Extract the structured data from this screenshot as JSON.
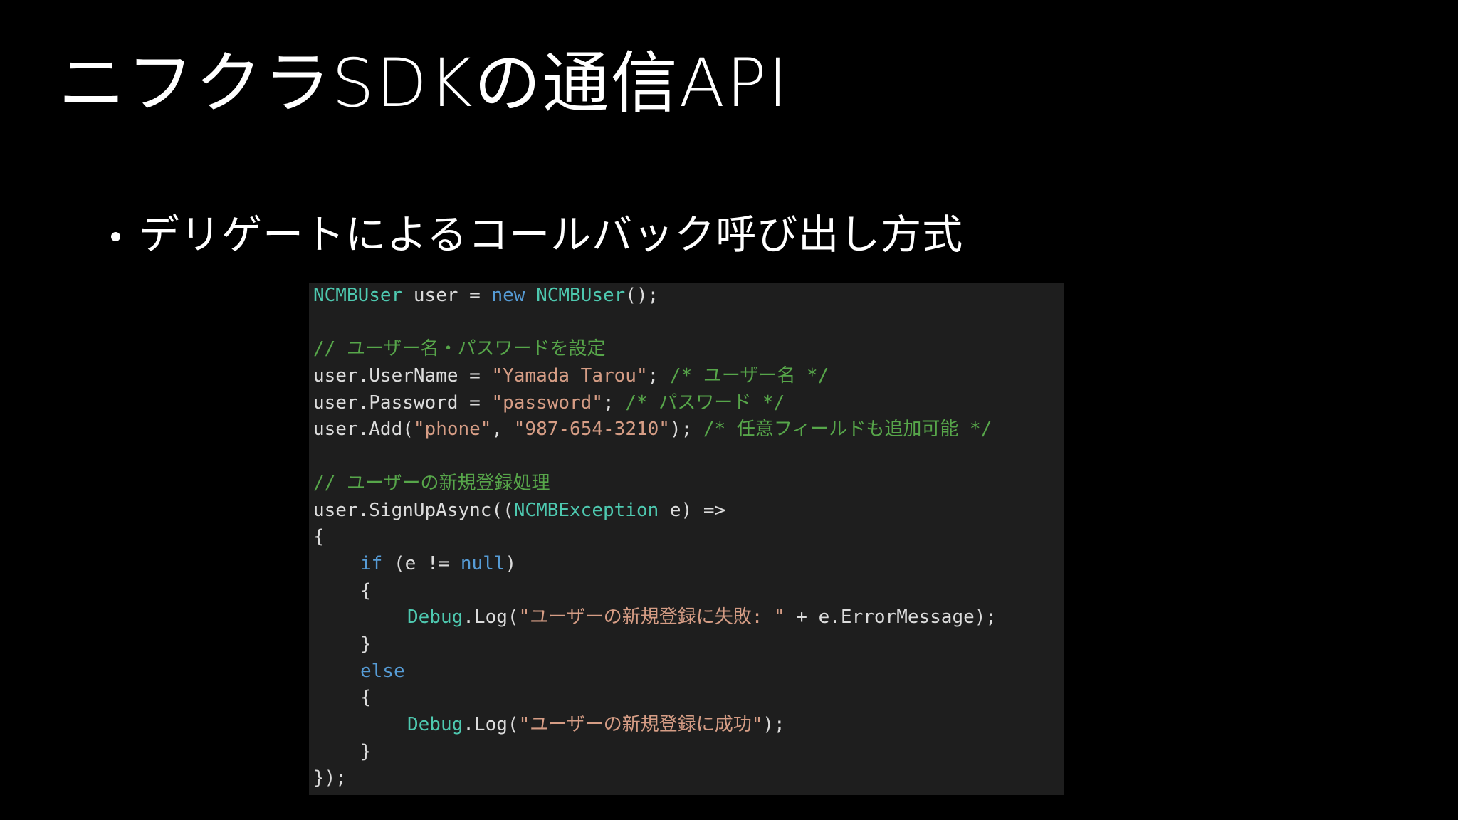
{
  "slide": {
    "title": "ニフクラSDKの通信API",
    "bullet": "デリゲートによるコールバック呼び出し方式"
  },
  "code": {
    "language": "C#",
    "lines": [
      [
        {
          "t": "NCMBUser",
          "c": "type"
        },
        {
          "t": " user = ",
          "c": "plain"
        },
        {
          "t": "new",
          "c": "kw"
        },
        {
          "t": " ",
          "c": "plain"
        },
        {
          "t": "NCMBUser",
          "c": "type"
        },
        {
          "t": "();",
          "c": "plain"
        }
      ],
      [],
      [
        {
          "t": "// ユーザー名・パスワードを設定",
          "c": "cmt"
        }
      ],
      [
        {
          "t": "user.UserName = ",
          "c": "plain"
        },
        {
          "t": "\"Yamada Tarou\"",
          "c": "str"
        },
        {
          "t": "; ",
          "c": "plain"
        },
        {
          "t": "/* ユーザー名 */",
          "c": "cmt"
        }
      ],
      [
        {
          "t": "user.Password = ",
          "c": "plain"
        },
        {
          "t": "\"password\"",
          "c": "str"
        },
        {
          "t": "; ",
          "c": "plain"
        },
        {
          "t": "/* パスワード */",
          "c": "cmt"
        }
      ],
      [
        {
          "t": "user.Add(",
          "c": "plain"
        },
        {
          "t": "\"phone\"",
          "c": "str"
        },
        {
          "t": ", ",
          "c": "plain"
        },
        {
          "t": "\"987-654-3210\"",
          "c": "str"
        },
        {
          "t": "); ",
          "c": "plain"
        },
        {
          "t": "/* 任意フィールドも追加可能 */",
          "c": "cmt"
        }
      ],
      [],
      [
        {
          "t": "// ユーザーの新規登録処理",
          "c": "cmt"
        }
      ],
      [
        {
          "t": "user.SignUpAsync((",
          "c": "plain"
        },
        {
          "t": "NCMBException",
          "c": "type"
        },
        {
          "t": " e) =>",
          "c": "plain"
        }
      ],
      [
        {
          "t": "{",
          "c": "plain"
        }
      ],
      [
        {
          "t": "if",
          "c": "kw"
        },
        {
          "t": " (e != ",
          "c": "plain"
        },
        {
          "t": "null",
          "c": "kw"
        },
        {
          "t": ")",
          "c": "plain"
        }
      ],
      [
        {
          "t": "{",
          "c": "plain"
        }
      ],
      [
        {
          "t": "Debug",
          "c": "type"
        },
        {
          "t": ".Log(",
          "c": "plain"
        },
        {
          "t": "\"ユーザーの新規登録に失敗: \"",
          "c": "str"
        },
        {
          "t": " + e.ErrorMessage);",
          "c": "plain"
        }
      ],
      [
        {
          "t": "}",
          "c": "plain"
        }
      ],
      [
        {
          "t": "else",
          "c": "kw"
        }
      ],
      [
        {
          "t": "{",
          "c": "plain"
        }
      ],
      [
        {
          "t": "Debug",
          "c": "type"
        },
        {
          "t": ".Log(",
          "c": "plain"
        },
        {
          "t": "\"ユーザーの新規登録に成功\"",
          "c": "str"
        },
        {
          "t": ");",
          "c": "plain"
        }
      ],
      [
        {
          "t": "}",
          "c": "plain"
        }
      ],
      [
        {
          "t": "});",
          "c": "plain"
        }
      ]
    ]
  },
  "colors": {
    "background": "#000000",
    "code_background": "#1e1e1e",
    "type": "#4ec9b0",
    "keyword": "#569cd6",
    "string": "#d69d85",
    "comment": "#57a64a",
    "plain": "#dcdcdc"
  }
}
